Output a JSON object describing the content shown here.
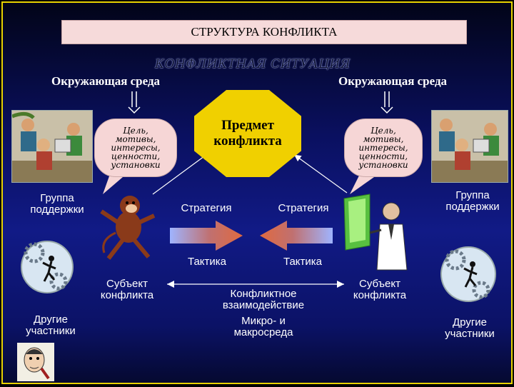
{
  "title": "СТРУКТУРА КОНФЛИКТА",
  "situation": "КОНФЛИКТНАЯ СИТУАЦИЯ",
  "environment_left": "Окружающая среда",
  "environment_right": "Окружающая среда",
  "subject_of_conflict_line1": "Предмет",
  "subject_of_conflict_line2": "конфликта",
  "goals_left": [
    "Цель,",
    "мотивы,",
    "интересы,",
    "ценности,",
    "установки"
  ],
  "goals_right": [
    "Цель,",
    "мотивы,",
    "интересы,",
    "ценности,",
    "установки"
  ],
  "support_left": [
    "Группа",
    "поддержки"
  ],
  "support_right": [
    "Группа",
    "поддержки"
  ],
  "strategy_left": "Стратегия",
  "strategy_right": "Стратегия",
  "tactics_left": "Тактика",
  "tactics_right": "Тактика",
  "party_left": [
    "Субъект",
    "конфликта"
  ],
  "party_right": [
    "Субъект",
    "конфликта"
  ],
  "interaction": [
    "Конфликтное",
    "взаимодействие"
  ],
  "environment_micro_macro": [
    "Микро- и",
    "макросреда"
  ],
  "others_left": [
    "Другие",
    "участники"
  ],
  "others_right": [
    "Другие",
    "участники"
  ],
  "colors": {
    "frame": "#e8d200",
    "title_box": "#f6dada",
    "octagon": "#f0d000",
    "arrow": "#d96b4a"
  }
}
